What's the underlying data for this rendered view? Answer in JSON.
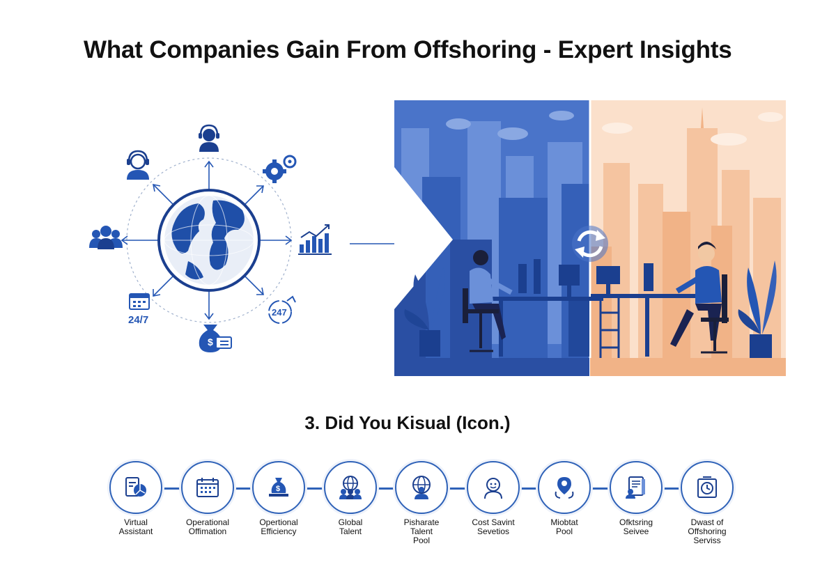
{
  "title": "What Companies Gain From Offshoring - Expert Insights",
  "globe": {
    "label_247": "24/7",
    "clock_text": "247"
  },
  "section_heading": "3. Did You Kisual (Icon.)",
  "timeline": {
    "steps": [
      {
        "label": "Virtual\nAssistant",
        "icon": "checklist-icon"
      },
      {
        "label": "Operational\nOffimation",
        "icon": "calendar-icon"
      },
      {
        "label": "Opertional\nEfficiency",
        "icon": "money-bag-icon"
      },
      {
        "label": "Global\nTalent",
        "icon": "globe-people-icon"
      },
      {
        "label": "Pisharate\nTalent\nPool",
        "icon": "global-talent-pool-icon"
      },
      {
        "label": "Cost Savint\nSevetios",
        "icon": "person-icon"
      },
      {
        "label": "Miobtat\nPool",
        "icon": "location-pin-icon"
      },
      {
        "label": "Ofktsring\nSeivee",
        "icon": "document-person-icon"
      },
      {
        "label": "Dwast of\nOffshoring\nServiss",
        "icon": "clock-frame-icon"
      }
    ]
  },
  "colors": {
    "primary_blue": "#2456b4",
    "dark_blue": "#1b3f8f",
    "city_blue": "#4a74c9",
    "city_orange": "#f5c4a0",
    "peach_bg": "#fbe0cb"
  }
}
